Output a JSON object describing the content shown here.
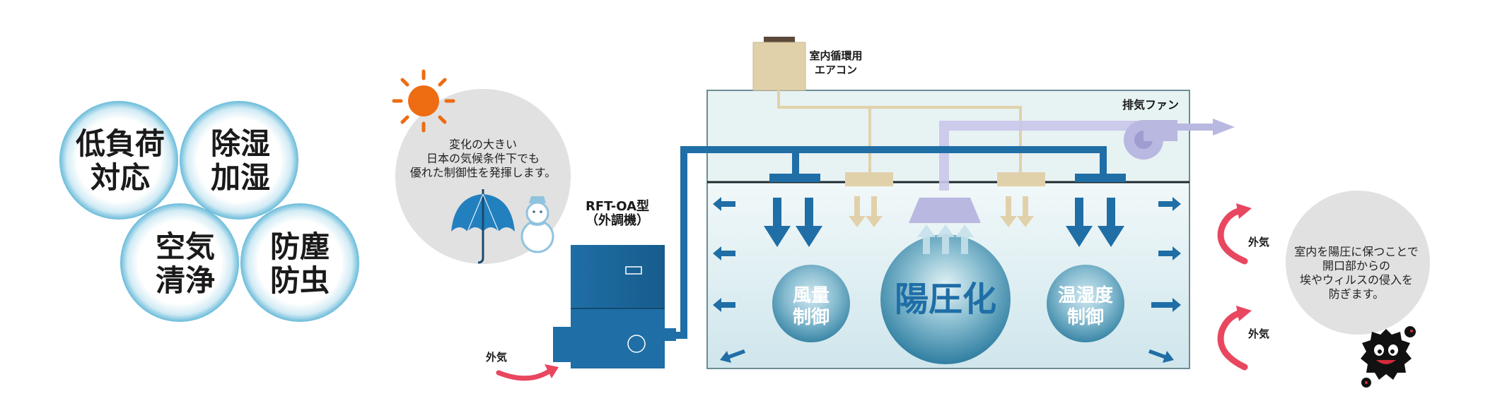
{
  "colors": {
    "pipe_blue": "#1f6ea6",
    "supply_gray_purple": "#b9b8e0",
    "outside_arrow_red": "#e8475f",
    "sun_orange": "#ee6c12",
    "room_glass": "#dcecef",
    "circle_rim": "#5fb8d8",
    "gray_bubble": "#e1e1e1",
    "ac_tan": "#e1d1ab"
  },
  "features": {
    "f1_line1": "低負荷",
    "f1_line2": "対応",
    "f2_line1": "除湿",
    "f2_line2": "加湿",
    "f3_line1": "空気",
    "f3_line2": "清浄",
    "f4_line1": "防塵",
    "f4_line2": "防虫"
  },
  "weather_note": {
    "line1": "変化の大きい",
    "line2": "日本の気候条件下でも",
    "line3": "優れた制御性を発揮します。",
    "icons": [
      "sun-icon",
      "umbrella-icon",
      "snowman-icon"
    ]
  },
  "unit": {
    "model": "RFT-OA型",
    "sub": "（外調機）"
  },
  "labels": {
    "outside_air": "外気",
    "aircon_line1": "室内循環用",
    "aircon_line2": "エアコン",
    "exhaust_fan": "排気ファン"
  },
  "room": {
    "airflow_line1": "風量",
    "airflow_line2": "制御",
    "pressure": "陽圧化",
    "humid_line1": "温湿度",
    "humid_line2": "制御"
  },
  "right_note": {
    "line1": "室内を陽圧に保つことで",
    "line2": "開口部からの",
    "line3": "埃やウィルスの侵入を",
    "line4": "防ぎます。",
    "icon": "virus-character-icon"
  },
  "outside_right": {
    "label_top": "外気",
    "label_bottom": "外気"
  }
}
